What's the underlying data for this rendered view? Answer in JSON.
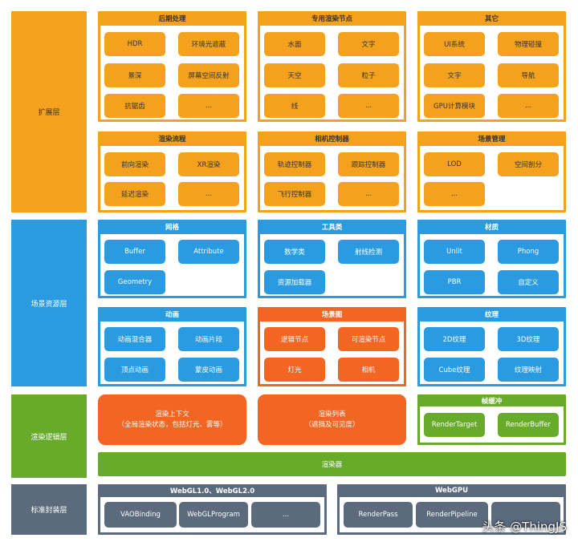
{
  "layers": {
    "extension": "扩展层",
    "scene_resource": "场景资源层",
    "render_logic": "渲染逻辑层",
    "standard_wrapper": "标准封装层"
  },
  "postprocess": {
    "title": "后期处理",
    "items": [
      "HDR",
      "环境光遮蔽",
      "景深",
      "屏幕空间反射",
      "抗锯齿",
      "..."
    ]
  },
  "special_nodes": {
    "title": "专用渲染节点",
    "items": [
      "水面",
      "文字",
      "天空",
      "粒子",
      "线",
      "..."
    ]
  },
  "others": {
    "title": "其它",
    "items": [
      "UI系统",
      "物理碰撞",
      "文字",
      "导航",
      "GPU计算模块",
      "..."
    ]
  },
  "render_flow": {
    "title": "渲染流程",
    "items": [
      "前向渲染",
      "XR渲染",
      "延迟渲染",
      "..."
    ]
  },
  "camera_ctrl": {
    "title": "相机控制器",
    "items": [
      "轨迹控制器",
      "跟踪控制器",
      "飞行控制器",
      "..."
    ]
  },
  "scene_mgmt": {
    "title": "场景管理",
    "items": [
      "LOD",
      "空间剖分",
      "..."
    ]
  },
  "mesh": {
    "title": "网格",
    "items": [
      "Buffer",
      "Attribute",
      "Geometry"
    ]
  },
  "tools": {
    "title": "工具类",
    "items": [
      "数学类",
      "射线检测",
      "资源加载器"
    ]
  },
  "material": {
    "title": "材质",
    "items": [
      "Unlit",
      "Phong",
      "PBR",
      "自定义"
    ]
  },
  "animation": {
    "title": "动画",
    "items": [
      "动画混合器",
      "动画片段",
      "顶点动画",
      "蒙皮动画"
    ]
  },
  "scene_graph": {
    "title": "场景图",
    "items": [
      "逻辑节点",
      "可渲染节点",
      "灯光",
      "相机"
    ]
  },
  "texture": {
    "title": "纹理",
    "items": [
      "2D纹理",
      "3D纹理",
      "Cube纹理",
      "纹理映射"
    ]
  },
  "render_context": {
    "line1": "渲染上下文",
    "line2": "（全局渲染状态，包括灯光、雾等）"
  },
  "render_list": {
    "line1": "渲染列表",
    "line2": "（遮挡及可见度）"
  },
  "framebuffer": {
    "title": "帧缓冲",
    "items": [
      "RenderTarget",
      "RenderBuffer"
    ]
  },
  "renderer": "渲染器",
  "webgl": {
    "title": "WebGL1.0、WebGL2.0",
    "items": [
      "VAOBinding",
      "WebGLProgram",
      "..."
    ]
  },
  "webgpu": {
    "title": "WebGPU",
    "items": [
      "RenderPass",
      "RenderPipeline",
      ""
    ]
  },
  "credit": "头条 @ThingJS",
  "colors": {
    "orange": "#f4a21e",
    "blue": "#2b9be1",
    "red": "#f26522",
    "green": "#68ab2b",
    "slate": "#5b6a7d"
  }
}
